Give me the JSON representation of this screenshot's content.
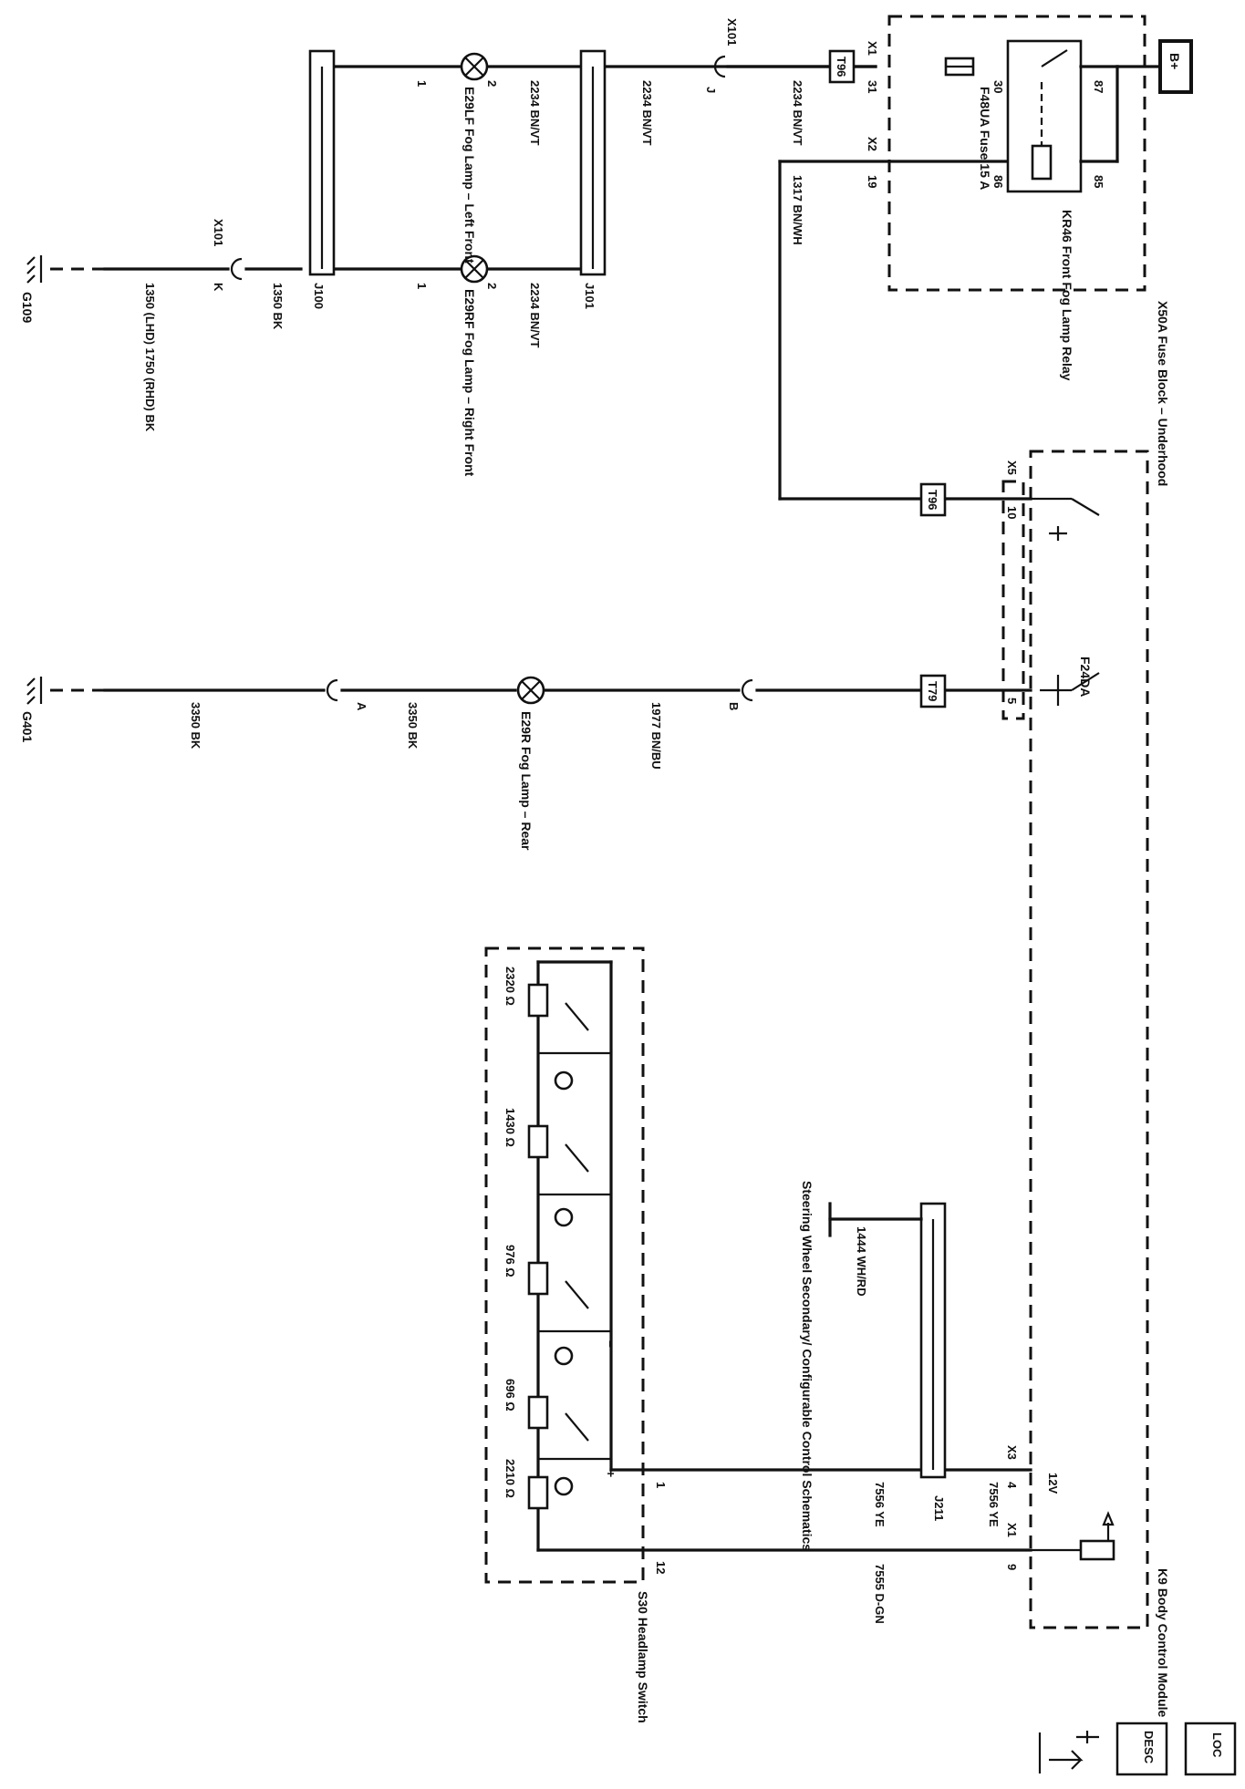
{
  "modules": {
    "fuse_block": "X50A Fuse Block – Underhood",
    "bcm": "K9 Body Control Module",
    "headlamp_switch": "S30 Headlamp Switch",
    "relay": "KR46 Front Fog Lamp Relay",
    "fuse": "F48UA Fuse 15 A",
    "bcm_driver": "F24DA"
  },
  "lamps": {
    "left_front": "E29LF Fog Lamp – Left Front",
    "right_front": "E29RF Fog Lamp – Right Front",
    "rear": "E29R Fog Lamp – Rear"
  },
  "grounds": {
    "front": "G109",
    "rear": "G401"
  },
  "power": {
    "battery": "B+"
  },
  "connectors": {
    "x101_top": "X101",
    "x101_left": "X101",
    "x1_fuse": "X1",
    "x2_fuse": "X2",
    "x5": "X5",
    "x3": "X3",
    "x1_bcm": "X1",
    "j100": "J100",
    "j101": "J101",
    "j211": "J211",
    "t96_a": "T96",
    "t96_b": "T96",
    "t79": "T79",
    "pin_j": "J",
    "pin_k": "K",
    "pin_a": "A",
    "pin_b": "B"
  },
  "pins": {
    "p31": "31",
    "p19": "19",
    "p30": "30",
    "p87": "87",
    "p86": "86",
    "p85": "85",
    "p10": "10",
    "p5": "5",
    "p4": "4",
    "p9": "9",
    "p1": "1",
    "p12": "12",
    "lf2": "2",
    "lf1": "1",
    "rf2": "2",
    "rf1": "1"
  },
  "wires": {
    "w2234_a": "2234 BN/VT",
    "w2234_b": "2234 BN/VT",
    "w2234_c": "2234 BN/VT",
    "w2234_d": "2234 BN/VT",
    "w1317": "1317 BN/WH",
    "w1350": "1350 BK",
    "w1350_1750": "1350 (LHD) 1750 (RHD) BK",
    "w1977": "1977 BN/BU",
    "w3350_a": "3350 BK",
    "w3350_b": "3350 BK",
    "w7556_a": "7556 YE",
    "w7556_b": "7556 YE",
    "w7555": "7555 D-GN",
    "w1444": "1444 WH/RD",
    "v12": "12V"
  },
  "references": {
    "steering": "Steering Wheel Secondary/ Configurable Control Schematics"
  },
  "resistors": [
    "2320 Ω",
    "1430 Ω",
    "976 Ω",
    "696 Ω",
    "2210 Ω"
  ],
  "switch_signs": {
    "minus": "–",
    "plus": "+"
  },
  "nav": {
    "loc_icon": "LOC",
    "desc_icon": "DESC",
    "wrench_icon": "wrench-arrows"
  }
}
